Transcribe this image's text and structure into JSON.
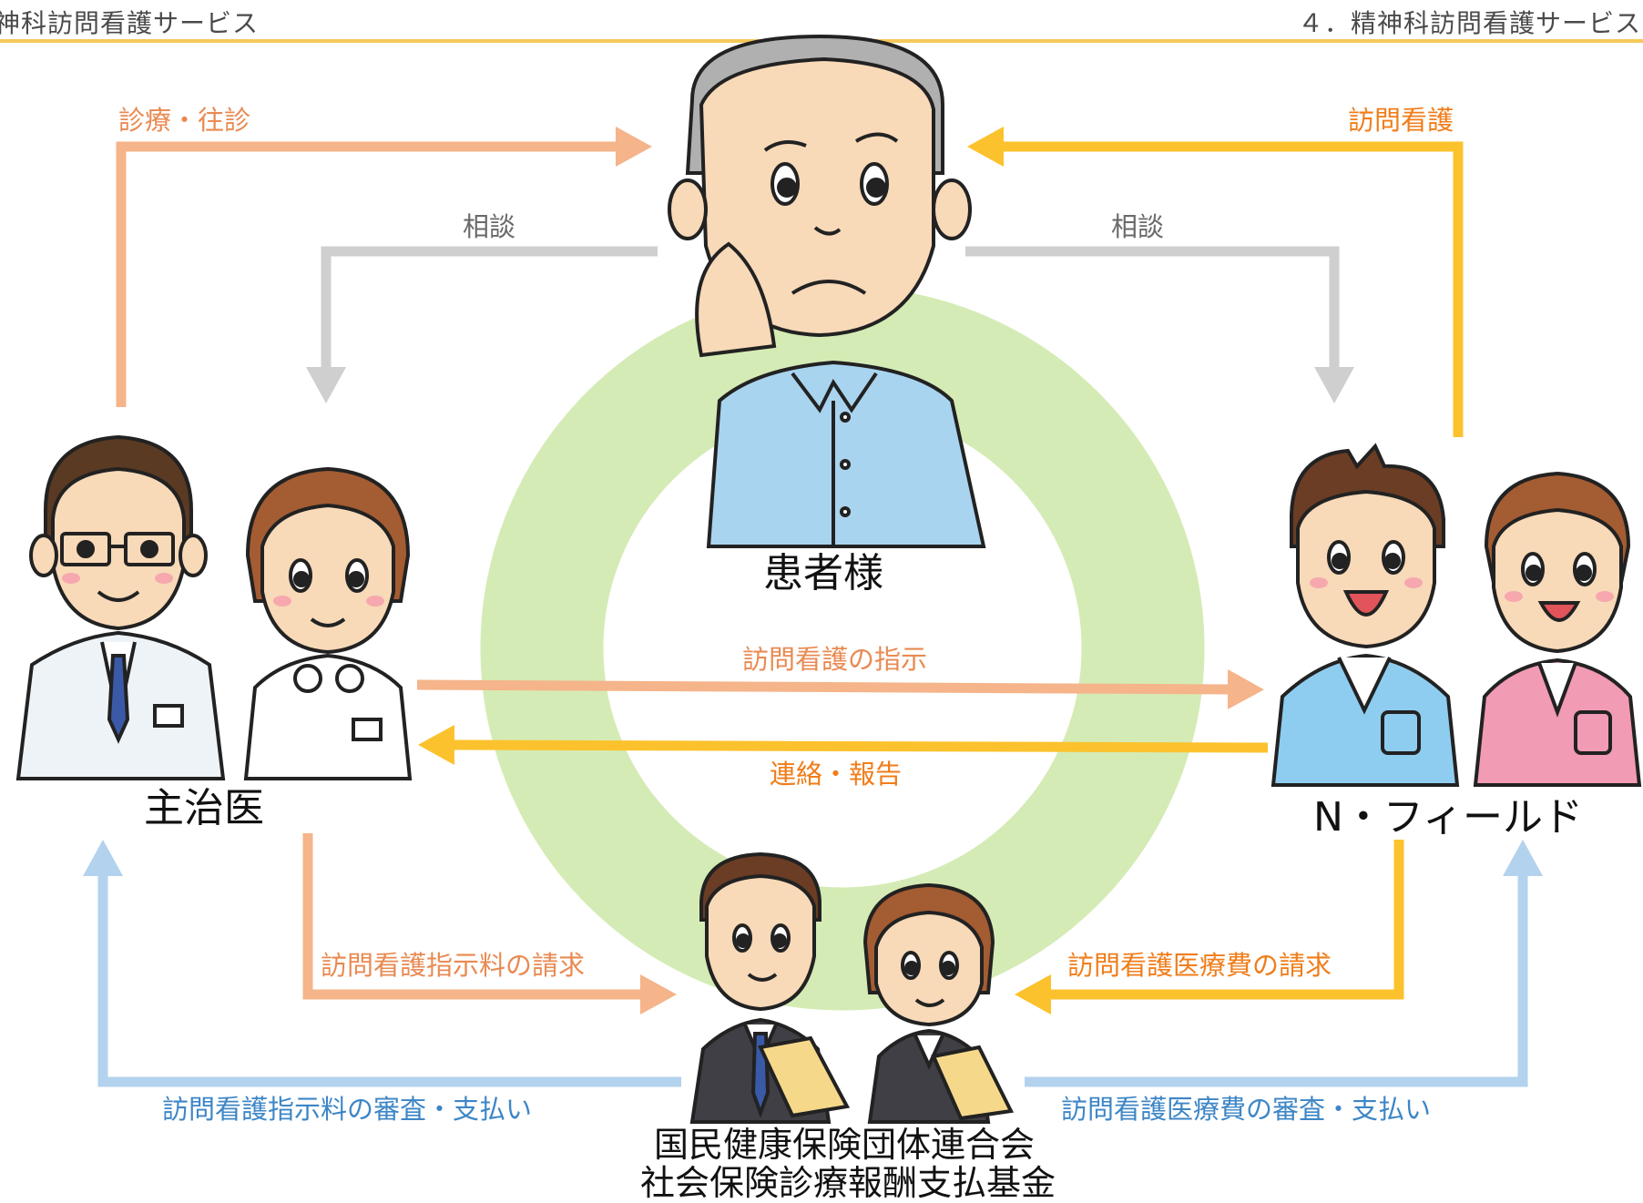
{
  "header": {
    "left": "神科訪問看護サービス",
    "right": "４．精神科訪問看護サービス"
  },
  "nodes": {
    "patient": "患者様",
    "doctor": "主治医",
    "provider": "N・フィールド",
    "insurer_line1": "国民健康保険団体連合会",
    "insurer_line2": "社会保険診療報酬支払基金"
  },
  "arrows": {
    "exam_visit": "診療・往診",
    "visit_nursing": "訪問看護",
    "consult_left": "相談",
    "consult_right": "相談",
    "nursing_order": "訪問看護の指示",
    "contact_report": "連絡・報告",
    "order_fee_claim": "訪問看護指示料の請求",
    "medical_fee_claim": "訪問看護医療費の請求",
    "order_fee_review": "訪問看護指示料の審査・支払い",
    "medical_fee_review": "訪問看護医療費の審査・支払い"
  },
  "colors": {
    "orange": "#f5b48a",
    "orange_text": "#e98a52",
    "yellow": "#fcc22d",
    "yellow_text": "#f07d1a",
    "gray": "#cfcfcf",
    "blue": "#b3d2ee",
    "blue_text": "#3d86c6",
    "ring": "#d5ebb5"
  }
}
